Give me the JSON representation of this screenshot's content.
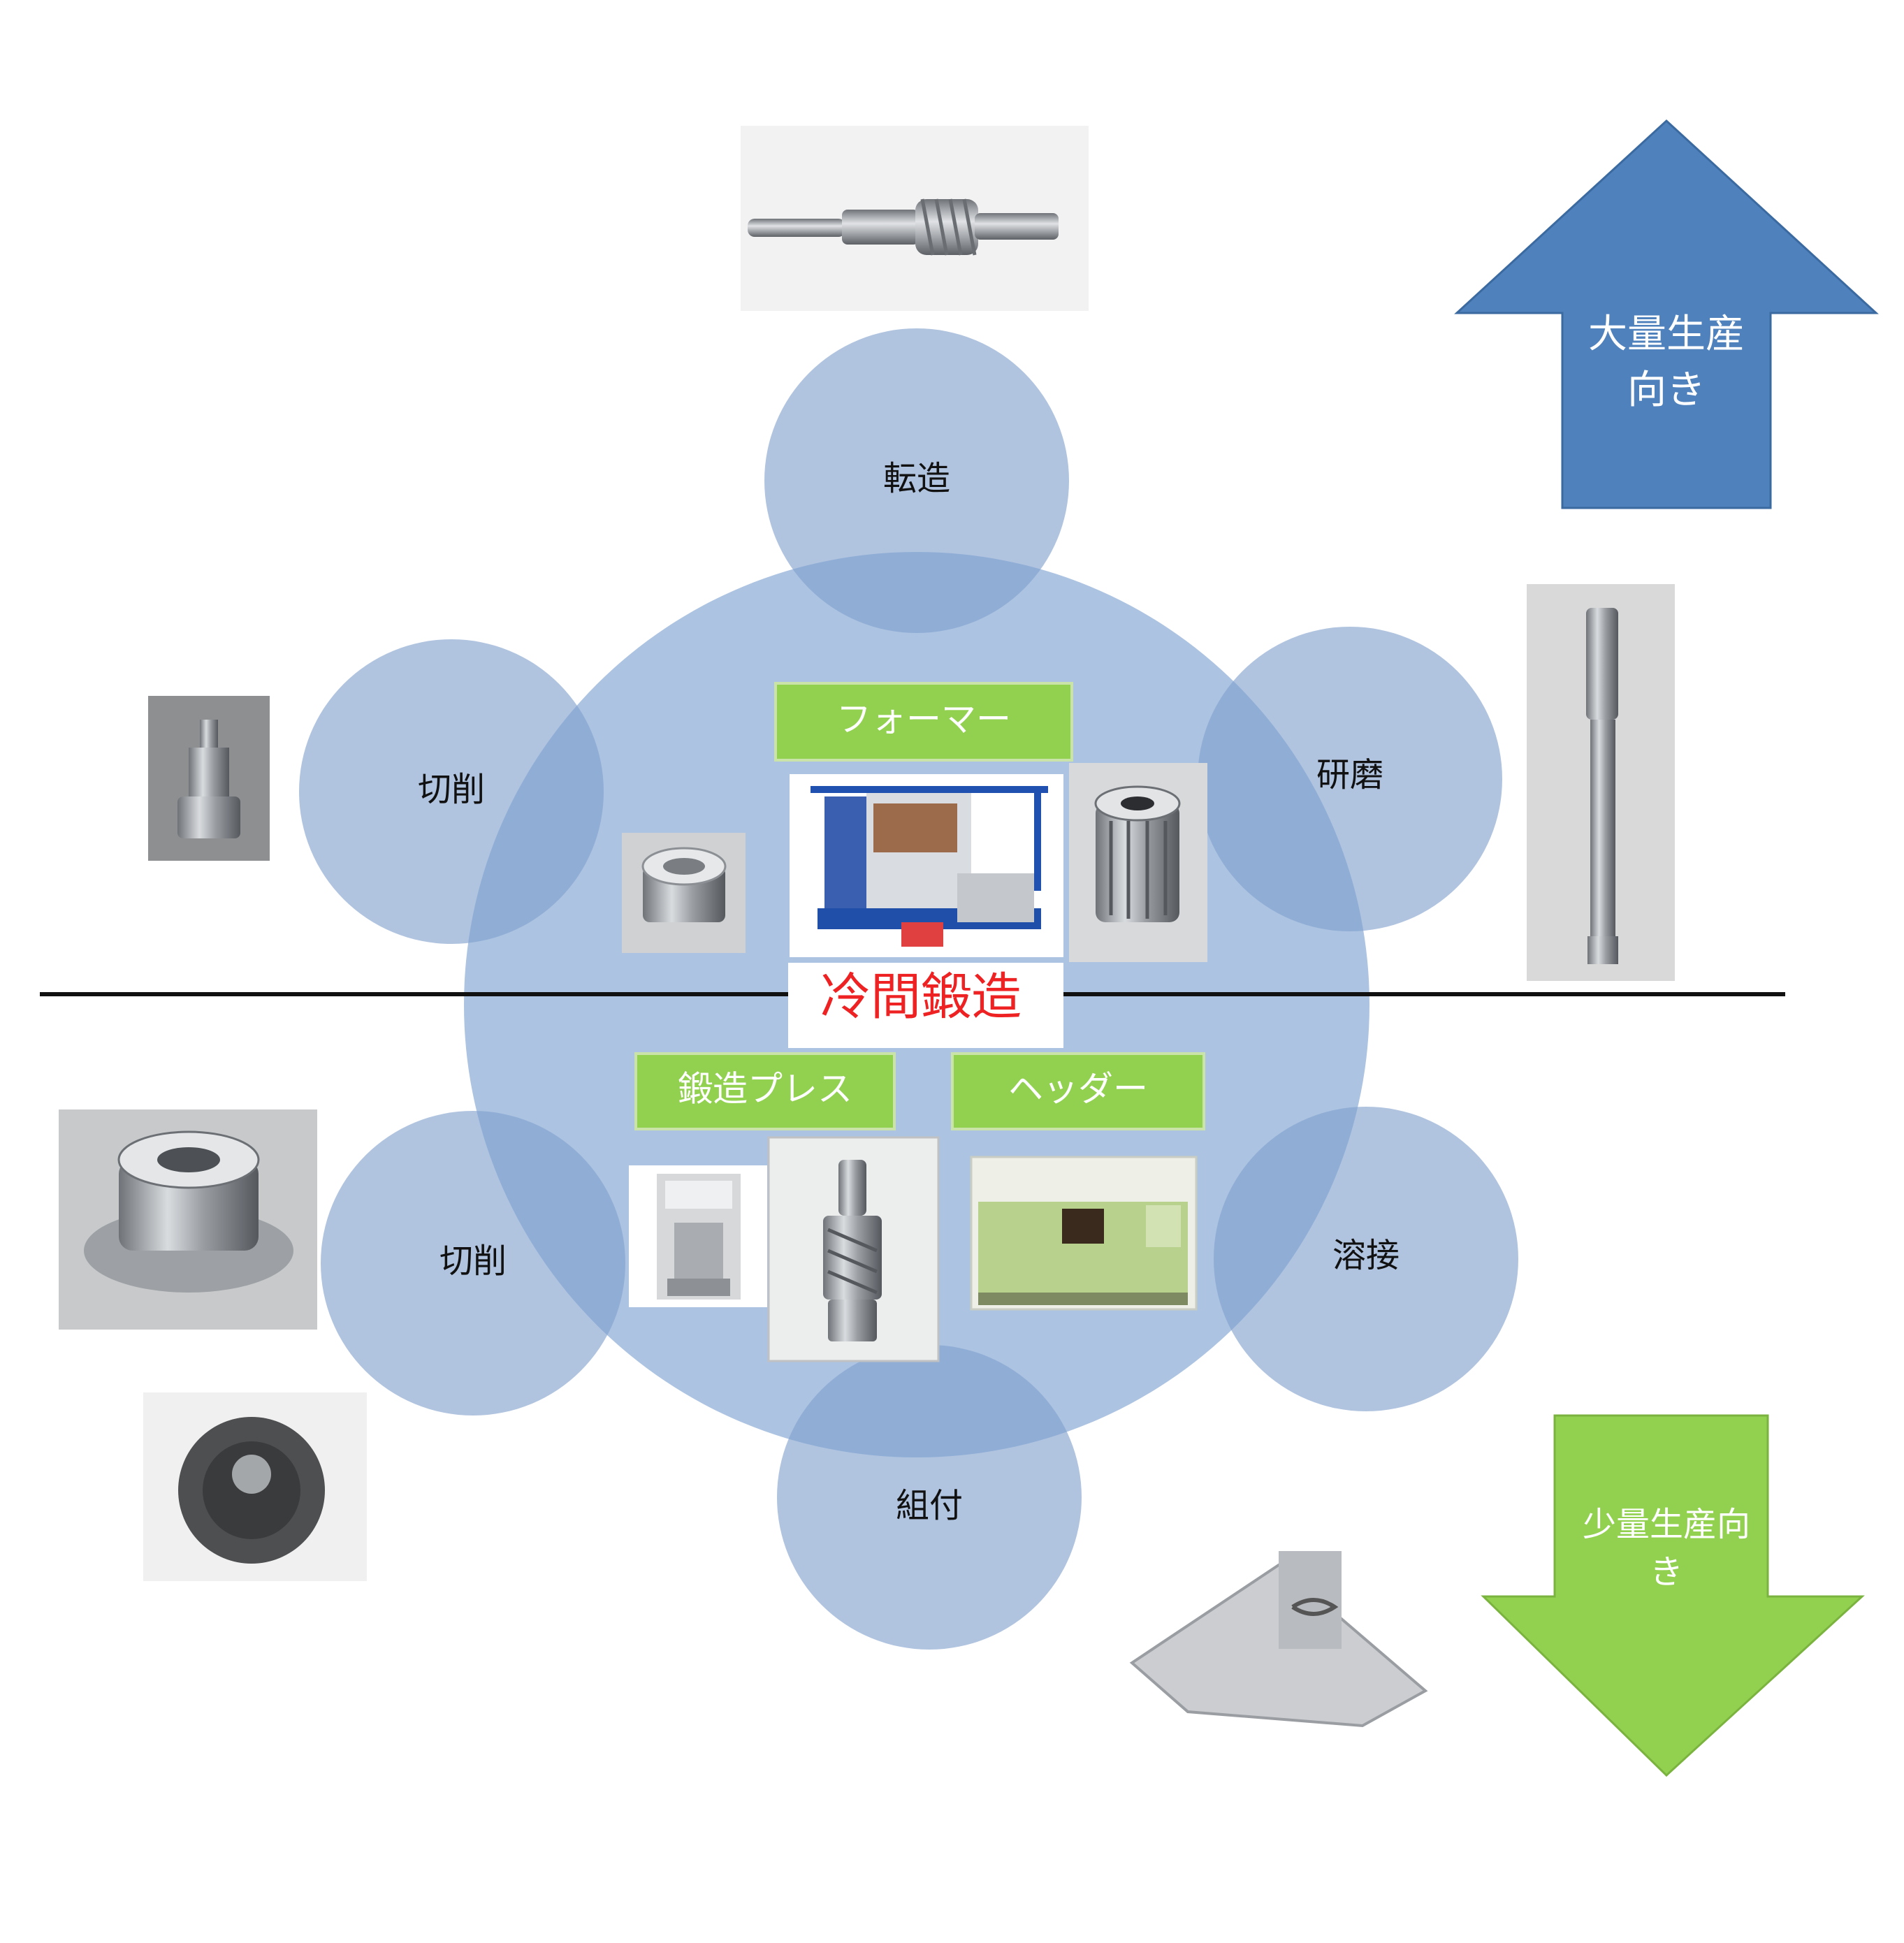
{
  "center": {
    "title": "冷間鍛造"
  },
  "machines": {
    "former": "フォーマー",
    "press": "鍛造プレス",
    "header": "ヘッダー"
  },
  "processes": {
    "rolling": "転造",
    "grinding": "研磨",
    "welding": "溶接",
    "assembly": "組付",
    "cutting_upper": "切削",
    "cutting_lower": "切削"
  },
  "arrows": {
    "mass": {
      "line1": "大量生産",
      "line2": "向き",
      "color": "#4f81bd"
    },
    "small": {
      "line1": "少量生産向",
      "line2": "き",
      "color": "#92d050"
    }
  },
  "colors": {
    "circle": "#a8c0df",
    "overlap": "#7f9fcd",
    "label_box": "#92d050",
    "core_text": "#ee2222"
  }
}
